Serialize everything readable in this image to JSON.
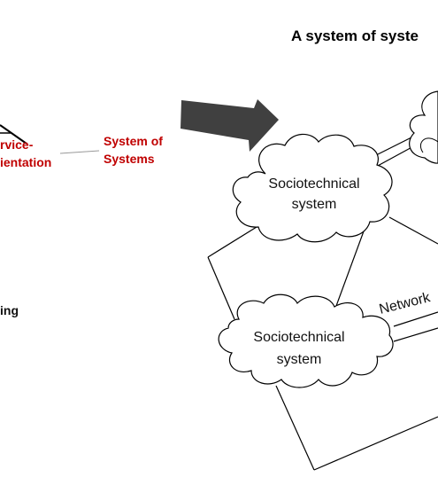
{
  "title": "A system of syste",
  "left_panel": {
    "service_line1": "rvice-",
    "service_line2": "ientation",
    "sos_line1": "System of",
    "sos_line2": "Systems",
    "partial_label": "ing"
  },
  "clouds": [
    {
      "line1": "Sociotechnical",
      "line2": "system"
    },
    {
      "line1": "Sociotechnical",
      "line2": "system"
    }
  ],
  "network_label": "Network",
  "colors": {
    "accent_red": "#c00000",
    "arrow": "#404040",
    "stroke": "#000000"
  }
}
